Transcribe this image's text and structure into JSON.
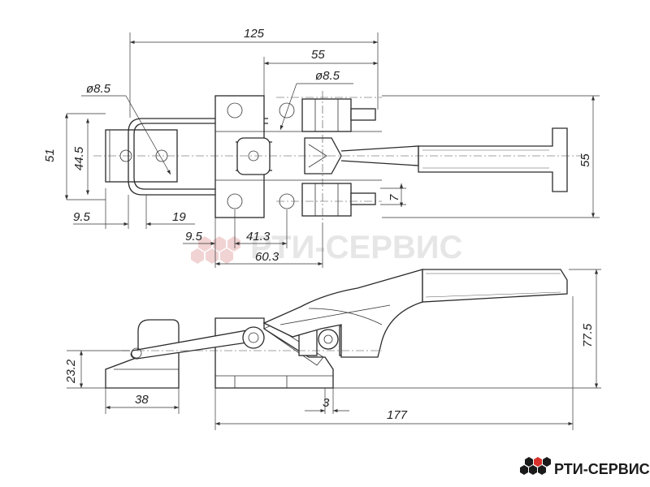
{
  "watermark": {
    "text": "РТИ-СЕРВИС"
  },
  "logo": {
    "text": "РТИ-СЕРВИС",
    "accent_color": "#d9312b"
  },
  "dimensions": {
    "top_overall": "125",
    "top_55": "55",
    "dia_left": "ø8.5",
    "dia_right": "ø8.5",
    "h51": "51",
    "h44_5": "44.5",
    "h55_right": "55",
    "h7": "7",
    "w9_5_left": "9.5",
    "w19": "19",
    "w9_5_mid": "9.5",
    "w41_3": "41.3",
    "w60_3": "60.3",
    "h23_2": "23.2",
    "w38": "38",
    "w3": "3",
    "w177": "177",
    "h77_5": "77.5"
  },
  "colors": {
    "line": "#2a2a2a",
    "watermark": "#e6e6e6",
    "accent": "#d9312b"
  }
}
